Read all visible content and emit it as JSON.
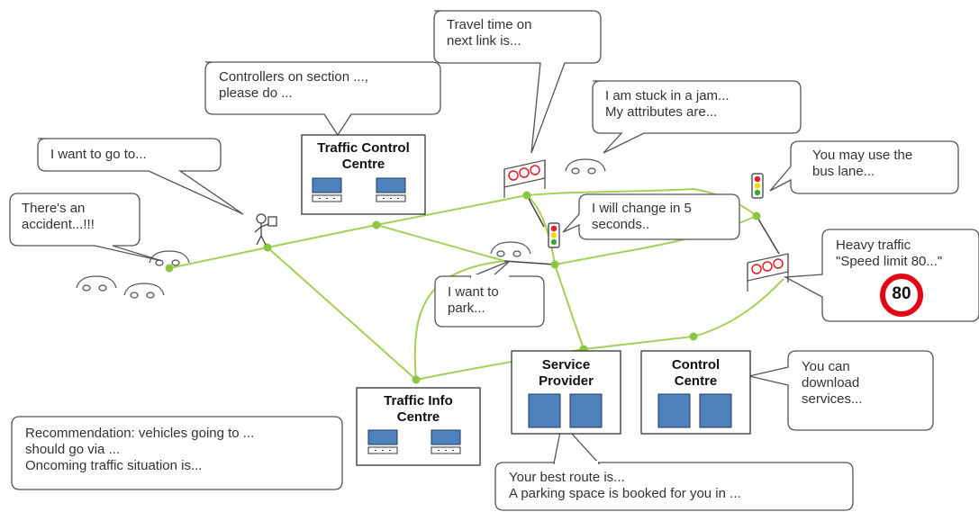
{
  "colors": {
    "network_line": "#a6cf5a",
    "network_node": "#8cc63f",
    "screen_fill": "#4f81bd",
    "screen_stroke": "#1f3864",
    "bubble_stroke": "#555555",
    "traffic_red": "#e41e26",
    "traffic_yellow": "#f5d80a",
    "traffic_green": "#3aa935",
    "sign_ring": "#e30613"
  },
  "bubbles": {
    "travel_time": "Travel time on\nnext link is...",
    "controllers": "Controllers on section ...,\nplease do ...",
    "stuck_jam": "I am stuck in a jam...\nMy attributes are...",
    "want_go": "I want to go to...",
    "bus_lane": "You may use the\nbus lane...",
    "accident": "There's an\naccident...!!!",
    "change_5": "I will change in 5\nseconds..",
    "heavy_traffic": "Heavy traffic\n\"Speed limit 80...\"",
    "want_park": "I want to\npark...",
    "download": "You can\ndownload\nservices...",
    "recommendation": "Recommendation: vehicles going to ...\nshould go via ...\nOncoming traffic situation is...",
    "best_route": "Your best route is...\nA parking space is booked for you in ..."
  },
  "facilities": {
    "traffic_control_centre": "Traffic Control\nCentre",
    "service_provider": "Service\nProvider",
    "control_centre": "Control\nCentre",
    "traffic_info_centre": "Traffic Info\nCentre"
  },
  "speed_sign": "80",
  "icons": [
    "car-icon",
    "pedestrian-icon",
    "traffic-light-icon",
    "variable-message-sign-icon",
    "speed-limit-sign-icon",
    "computer-screen-icon"
  ]
}
